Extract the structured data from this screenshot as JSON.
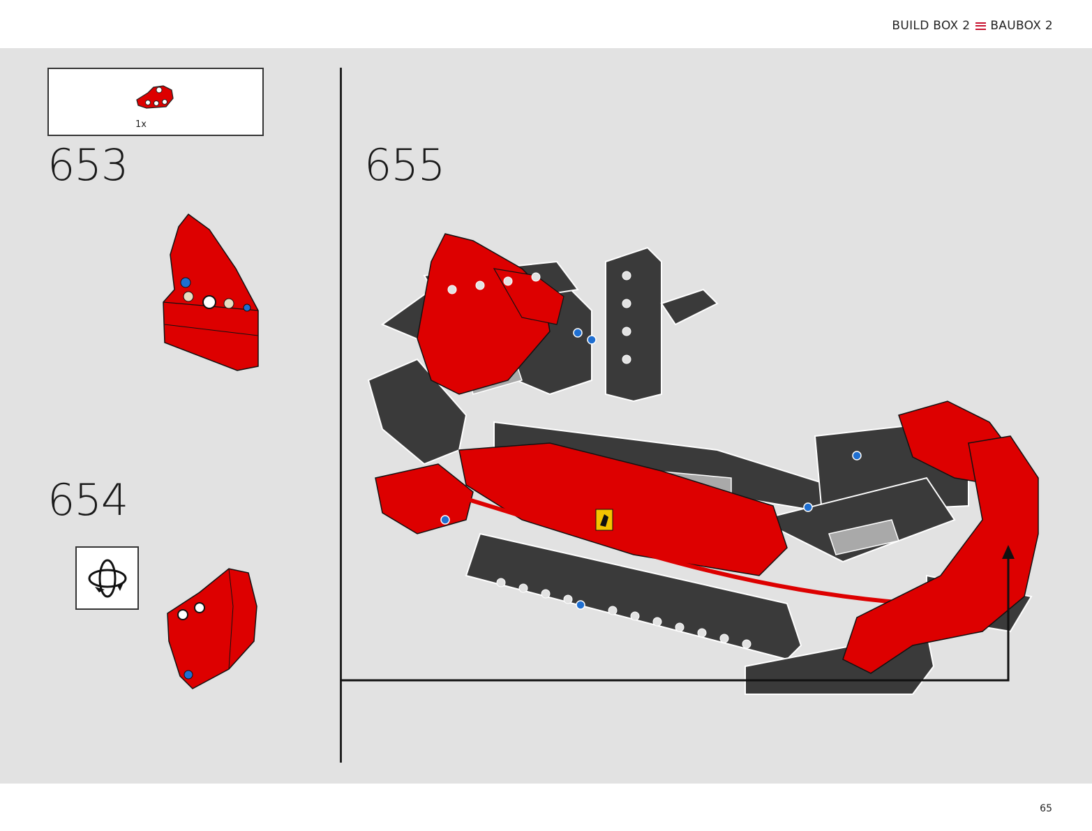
{
  "header": {
    "box_en": "BUILD BOX 2",
    "box_de": "BAUBOX 2",
    "menu_icon": "hamburger-icon",
    "accent": "#c8102e"
  },
  "parts_list": {
    "quantity": "1x",
    "part_color": "#dd0000"
  },
  "steps": [
    {
      "number": "653"
    },
    {
      "number": "654",
      "icon": "rotate-model-icon"
    },
    {
      "number": "655"
    }
  ],
  "colors": {
    "red": "#dd0000",
    "dark_gray": "#3a3a3a",
    "light_gray": "#a9a9a9",
    "blue": "#1f6fd1",
    "background": "#e2e2e2"
  },
  "footer": {
    "page": "65"
  }
}
